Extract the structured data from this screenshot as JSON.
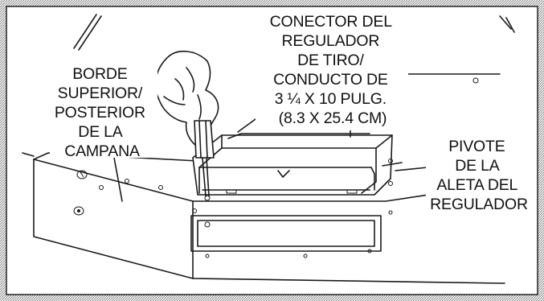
{
  "labels": {
    "connector": [
      "CONECTOR DEL",
      "REGULADOR",
      "DE TIRO/",
      "CONDUCTO DE",
      "3 ¼ X 10 PULG.",
      "(8.3 X 25.4 CM)"
    ],
    "hood_edge": [
      "BORDE",
      "SUPERIOR/",
      "POSTERIOR",
      "DE LA",
      "CAMPANA"
    ],
    "pivot": [
      "PIVOTE",
      "DE LA",
      "ALETA DEL",
      "REGULADOR"
    ]
  },
  "colors": {
    "line": "#1a1a1a",
    "frame": "#222222",
    "text": "#111111"
  },
  "icons": [
    "screwdriver-icon",
    "hand-icon"
  ]
}
